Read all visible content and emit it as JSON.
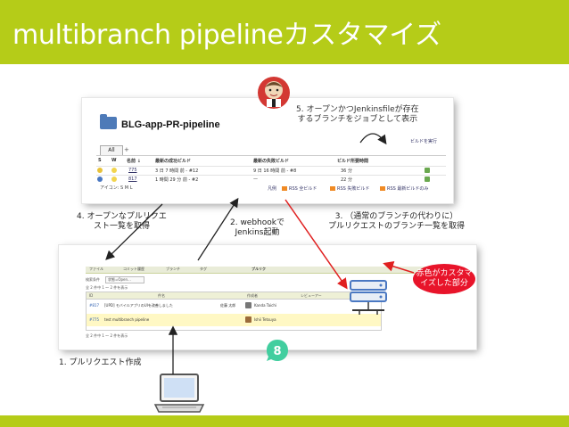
{
  "slide": {
    "title": "multibranch pipelineカスタマイズ",
    "colors": {
      "header": "#b5cc18",
      "callout": "#e8142a",
      "arrow_red": "#e02020",
      "jenkins_folder": "#4d7ab8"
    }
  },
  "jenkins_page": {
    "project_title": "BLG-app-PR-pipeline",
    "tab_all": "All",
    "tab_add": "+",
    "columns": [
      "S",
      "W",
      "名前 ↓",
      "最新の成功ビルド",
      "最新の失敗ビルド",
      "ビルド所要時間"
    ],
    "rows": [
      {
        "name": "775",
        "last_success": "3 日 7 時間 前 - #12",
        "last_failure": "9 日 16 時間 前 - #8",
        "duration": "36 分"
      },
      {
        "name": "817",
        "last_success": "1 時間 29 分 前 - #2",
        "last_failure": "—",
        "duration": "22 分"
      }
    ],
    "icon_legend": "アイコン: S M L",
    "links": [
      "凡例",
      "RSS 全ビルド",
      "RSS 失敗ビルド",
      "RSS 最新ビルドのみ"
    ],
    "build_link": "ビルドを実行"
  },
  "annotations": {
    "step5": [
      "5. オープンかつJenkinsfileが存在",
      "するブランチをジョブとして表示"
    ],
    "step4": [
      "4. オープンなプルリクエ",
      "スト一覧を取得"
    ],
    "step2": [
      "2. webhookで",
      "Jenkins起動"
    ],
    "step3": [
      "3. （通常のブランチの代わりに）",
      "プルリクエストのブランチ一覧を取得"
    ],
    "step1": "1. プルリクエスト作成",
    "callout": [
      "赤色がカスタマ",
      "イズした部分"
    ]
  },
  "pr_page": {
    "tabs": [
      "ファイル",
      "コミット履歴",
      "ブランチ",
      "タグ",
      "プルリク"
    ],
    "filter_label": "検索条件",
    "filter_value": "状態=Open...",
    "count_top": "全 2 件中 1 ～ 2 件を表示",
    "columns": [
      "ID",
      "件名",
      "作成者",
      "レビューアー"
    ],
    "rows": [
      {
        "id": "#817",
        "subject": "[UPD] モバイルアプリのUIを改善しました",
        "author": "佐藤 太郎",
        "reviewer": "Kanda Taichi"
      },
      {
        "id": "#775",
        "subject": "test multibranch pipeline",
        "author": "",
        "reviewer": "Ishii Tetsuya"
      }
    ],
    "count_bottom": "全 2 件中 1 ～ 2 件を表示"
  },
  "icons": [
    "jenkins-butler-icon",
    "backlog-logo-icon",
    "server-icon",
    "laptop-icon"
  ]
}
